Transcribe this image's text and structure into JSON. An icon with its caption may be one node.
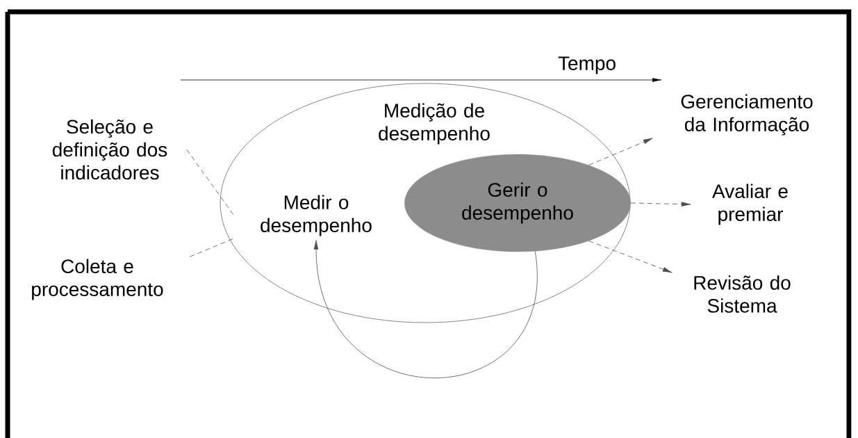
{
  "diagram": {
    "nodes": [
      {
        "text": [
          "Medição de desempenho"
        ]
      },
      {
        "text": [
          "Medir o desempenho"
        ],
        "in": 0
      },
      {
        "text": [
          "Gerir o desempenho"
        ],
        "in": 0
      },
      {
        "text": [
          "Seleção e definição dos indicadores"
        ]
      },
      {
        "text": [
          "Coleta e processamento"
        ]
      },
      {
        "text": [
          "Gerenciamento da Informação"
        ]
      },
      {
        "text": [
          "Avaliar e premiar"
        ]
      },
      {
        "text": [
          "Revisão do Sistema"
        ]
      }
    ],
    "edges": [
      {
        "from": 3,
        "to": 1,
        "arrow": "none",
        "style": "dashed"
      },
      {
        "from": 4,
        "to": 1,
        "arrow": "none",
        "style": "dashed"
      },
      {
        "from": 2,
        "to": 5,
        "arrow": "to",
        "style": "dashed"
      },
      {
        "from": 2,
        "to": 6,
        "arrow": "to",
        "style": "dashed"
      },
      {
        "from": 2,
        "to": 7,
        "arrow": "to",
        "style": "dashed"
      },
      {
        "from": 2,
        "to": 1,
        "arrow": "to"
      }
    ],
    "labels": [
      "Tempo"
    ]
  }
}
